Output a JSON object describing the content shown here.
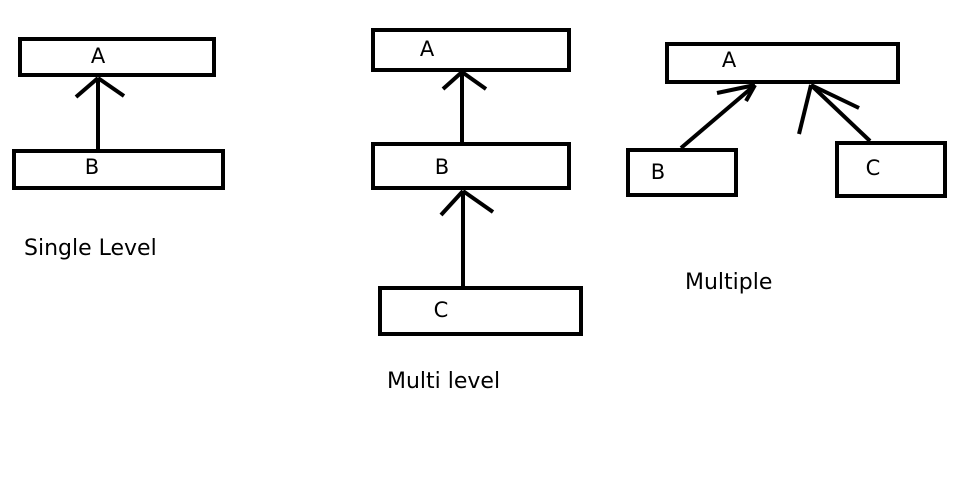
{
  "diagrams": {
    "single": {
      "caption": "Single Level",
      "box_a": "A",
      "box_b": "B"
    },
    "multi": {
      "caption": "Multi level",
      "box_a": "A",
      "box_b": "B",
      "box_c": "C"
    },
    "multiple": {
      "caption": "Multiple",
      "box_a": "A",
      "box_b": "B",
      "box_c": "C"
    }
  },
  "colors": {
    "stroke": "#000000",
    "background": "#ffffff"
  }
}
